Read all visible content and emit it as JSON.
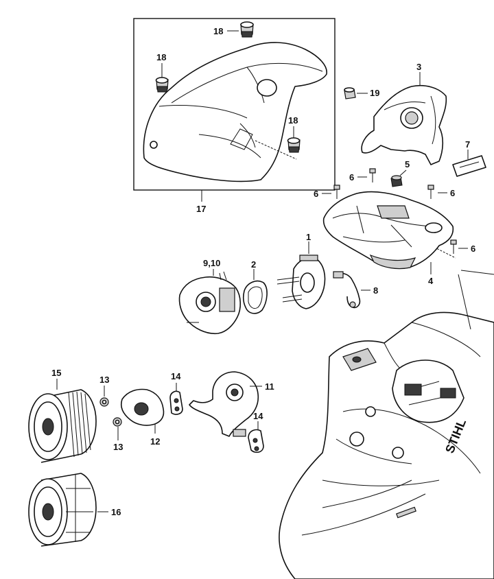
{
  "diagram": {
    "callouts": {
      "c1": "1",
      "c2": "2",
      "c3": "3",
      "c4": "4",
      "c5": "5",
      "c6a": "6",
      "c6b": "6",
      "c6c": "6",
      "c6d": "6",
      "c7": "7",
      "c8": "8",
      "c910": "9,10",
      "c11": "11",
      "c12": "12",
      "c13a": "13",
      "c13b": "13",
      "c14a": "14",
      "c14b": "14",
      "c15": "15",
      "c16": "16",
      "c17": "17",
      "c18a": "18",
      "c18b": "18",
      "c18c": "18",
      "c19": "19"
    },
    "brand_mark": "STIHL"
  }
}
